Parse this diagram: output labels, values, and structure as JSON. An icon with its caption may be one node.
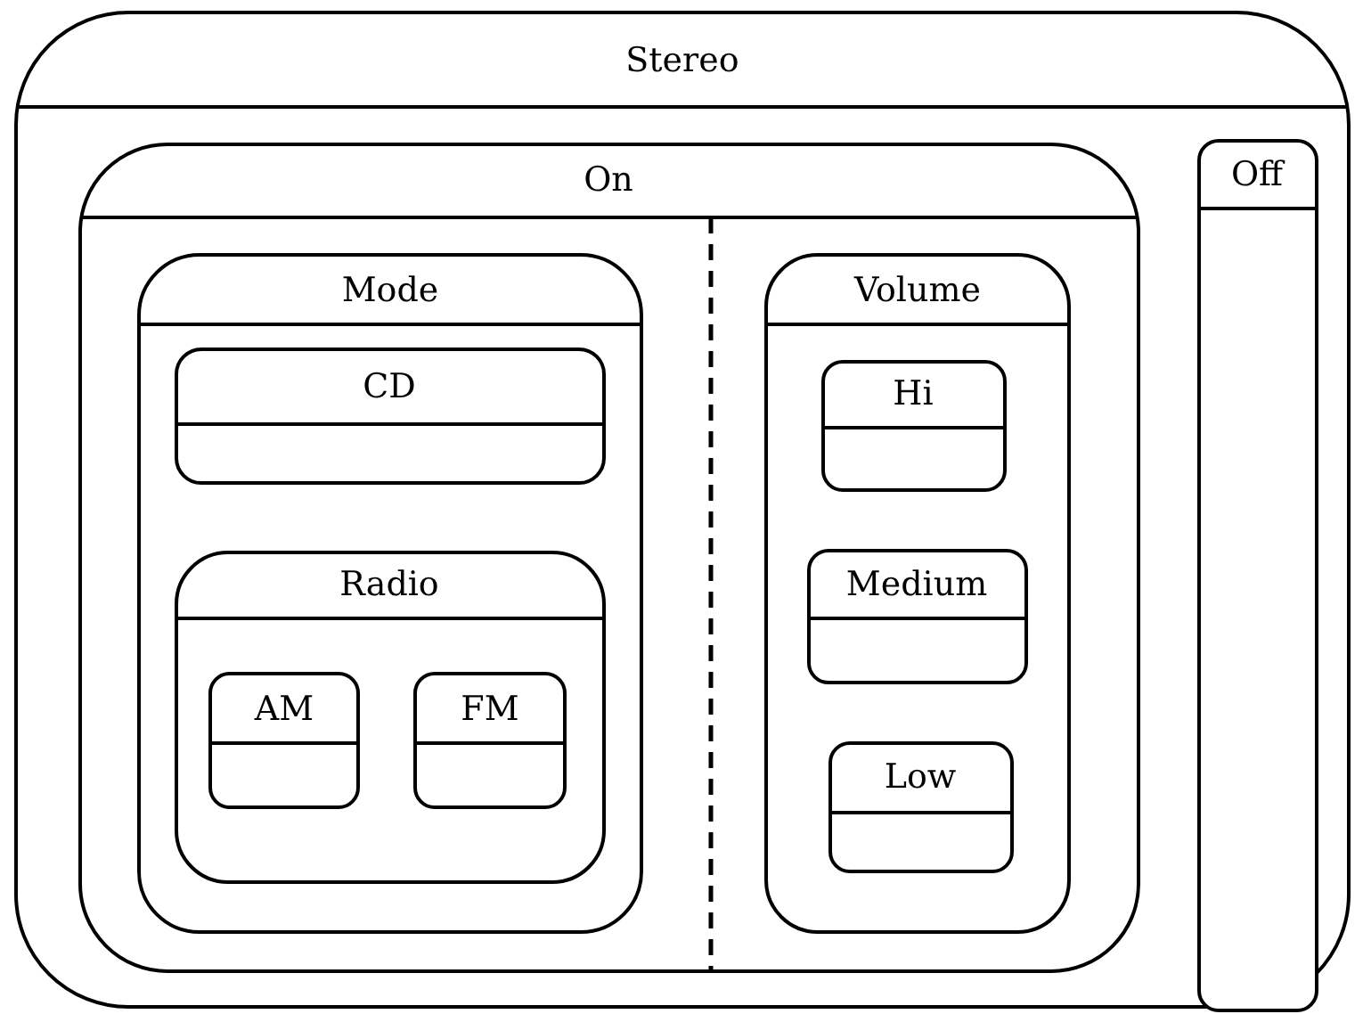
{
  "diagram": {
    "nodes": [
      {
        "text": [
          "Stereo"
        ]
      },
      {
        "text": [
          "On"
        ],
        "in": 0
      },
      {
        "text": [
          "Mode"
        ],
        "in": 1
      },
      {
        "text": [
          "CD"
        ],
        "in": 2
      },
      {
        "text": [
          "Radio"
        ],
        "in": 2
      },
      {
        "text": [
          "AM"
        ],
        "in": 4
      },
      {
        "text": [
          "FM"
        ],
        "in": 4
      },
      {
        "text": [
          "Volume"
        ],
        "in": 1
      },
      {
        "text": [
          "Hi"
        ],
        "in": 7
      },
      {
        "text": [
          "Medium"
        ],
        "in": 7
      },
      {
        "text": [
          "Low"
        ],
        "in": 7
      },
      {
        "text": [
          "Off"
        ],
        "in": 0
      }
    ]
  }
}
